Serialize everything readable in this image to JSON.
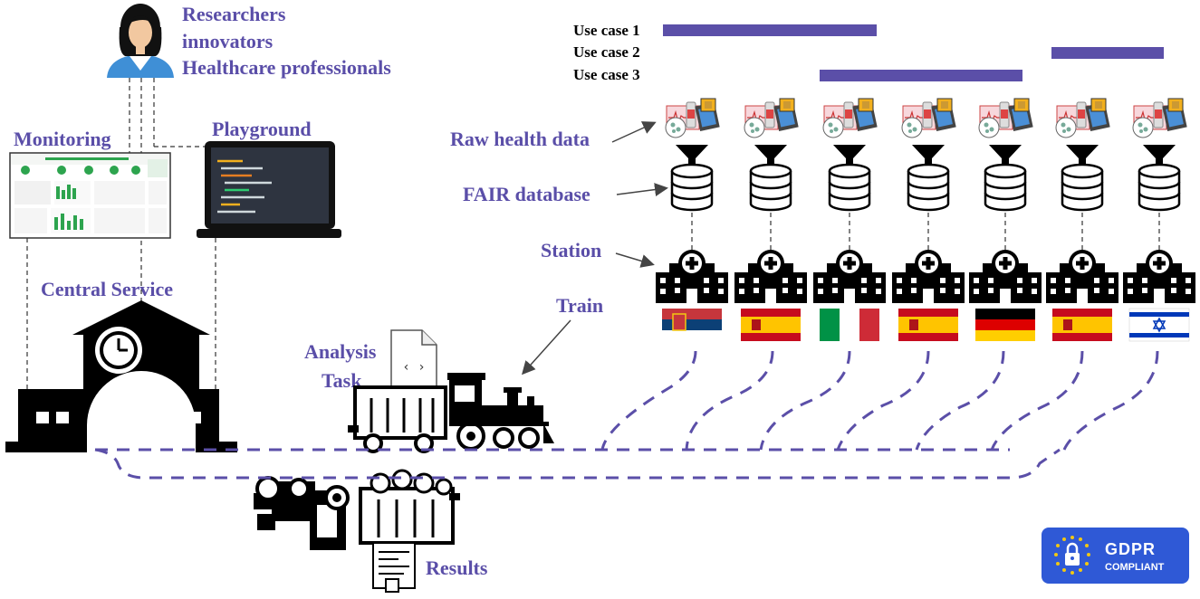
{
  "users": {
    "line1": "Researchers",
    "line2": "innovators",
    "line3": "Healthcare professionals"
  },
  "labels": {
    "monitoring": "Monitoring",
    "playground": "Playground",
    "central_service": "Central Service",
    "analysis_task_1": "Analysis",
    "analysis_task_2": "Task",
    "train": "Train",
    "results": "Results",
    "raw_health_data": "Raw health data",
    "fair_database": "FAIR database",
    "station": "Station"
  },
  "use_cases": [
    {
      "label": "Use case 1"
    },
    {
      "label": "Use case 2"
    },
    {
      "label": "Use case 3"
    }
  ],
  "stations": [
    {
      "country": "Serbia",
      "flag": "flag-serbia"
    },
    {
      "country": "Spain",
      "flag": "flag-spain"
    },
    {
      "country": "Italy",
      "flag": "flag-italy"
    },
    {
      "country": "Spain",
      "flag": "flag-spain"
    },
    {
      "country": "Germany",
      "flag": "flag-germany"
    },
    {
      "country": "Spain",
      "flag": "flag-spain"
    },
    {
      "country": "Israel",
      "flag": "flag-israel"
    }
  ],
  "gdpr": {
    "title": "GDPR",
    "subtitle": "COMPLIANT"
  },
  "colors": {
    "accent": "#5a4ea8",
    "bar": "#5b4fa8",
    "dash": "#5b4fa8",
    "badge": "#2f59d6"
  }
}
